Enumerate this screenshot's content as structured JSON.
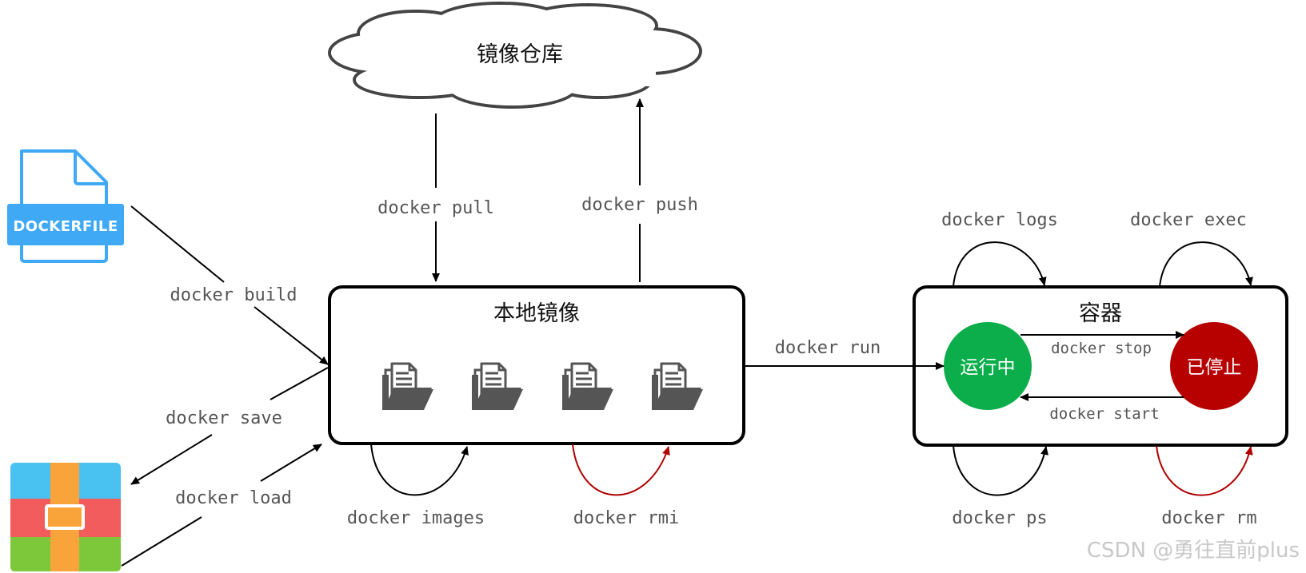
{
  "nodes": {
    "registry": "镜像仓库",
    "local_images": "本地镜像",
    "containers": "容器",
    "running": "运行中",
    "stopped": "已停止",
    "dockerfile": "DOCKERFILE"
  },
  "commands": {
    "pull": "docker pull",
    "push": "docker push",
    "build": "docker build",
    "save": "docker save",
    "load": "docker load",
    "images": "docker images",
    "rmi": "docker rmi",
    "run": "docker run",
    "logs": "docker logs",
    "exec": "docker exec",
    "stop": "docker stop",
    "start": "docker start",
    "ps": "docker ps",
    "rm": "docker rm"
  },
  "watermark": "CSDN @勇往直前plus",
  "colors": {
    "running": "#0BAE4A",
    "stopped": "#B70000",
    "danger_arrow": "#B00000",
    "dockerfile": "#3FA9F5"
  },
  "icons": [
    "cloud-icon",
    "dockerfile-icon",
    "archive-icon",
    "image-folder-icon"
  ]
}
